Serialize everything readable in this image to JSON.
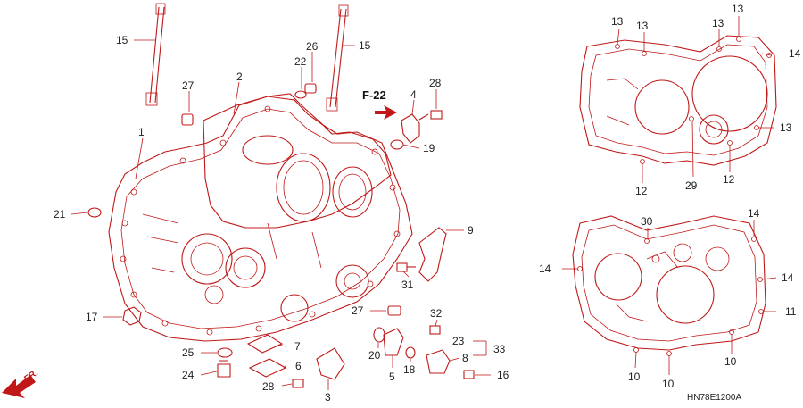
{
  "diagram": {
    "ref_page": "F-22",
    "front_marker": "FR.",
    "diagram_code": "HN78E1200A",
    "colors": {
      "line": "#c01818",
      "text": "#222222"
    },
    "callouts": [
      {
        "id": "c15a",
        "label": "15"
      },
      {
        "id": "c15b",
        "label": "15"
      },
      {
        "id": "c27a",
        "label": "27"
      },
      {
        "id": "c2",
        "label": "2"
      },
      {
        "id": "c22",
        "label": "22"
      },
      {
        "id": "c26",
        "label": "26"
      },
      {
        "id": "c4",
        "label": "4"
      },
      {
        "id": "c28a",
        "label": "28"
      },
      {
        "id": "c19",
        "label": "19"
      },
      {
        "id": "c1",
        "label": "1"
      },
      {
        "id": "c21",
        "label": "21"
      },
      {
        "id": "c9",
        "label": "9"
      },
      {
        "id": "c31",
        "label": "31"
      },
      {
        "id": "c17",
        "label": "17"
      },
      {
        "id": "c27b",
        "label": "27"
      },
      {
        "id": "c32",
        "label": "32"
      },
      {
        "id": "c23",
        "label": "23"
      },
      {
        "id": "c33",
        "label": "33"
      },
      {
        "id": "c20",
        "label": "20"
      },
      {
        "id": "c18",
        "label": "18"
      },
      {
        "id": "c8",
        "label": "8"
      },
      {
        "id": "c16",
        "label": "16"
      },
      {
        "id": "c5",
        "label": "5"
      },
      {
        "id": "c25",
        "label": "25"
      },
      {
        "id": "c7",
        "label": "7"
      },
      {
        "id": "c24",
        "label": "24"
      },
      {
        "id": "c6",
        "label": "6"
      },
      {
        "id": "c28b",
        "label": "28"
      },
      {
        "id": "c3",
        "label": "3"
      },
      {
        "id": "c13a",
        "label": "13"
      },
      {
        "id": "c13b",
        "label": "13"
      },
      {
        "id": "c13c",
        "label": "13"
      },
      {
        "id": "c13d",
        "label": "13"
      },
      {
        "id": "c14a",
        "label": "14"
      },
      {
        "id": "c13e",
        "label": "13"
      },
      {
        "id": "c12a",
        "label": "12"
      },
      {
        "id": "c29",
        "label": "29"
      },
      {
        "id": "c12b",
        "label": "12"
      },
      {
        "id": "c30",
        "label": "30"
      },
      {
        "id": "c14b",
        "label": "14"
      },
      {
        "id": "c14c",
        "label": "14"
      },
      {
        "id": "c14d",
        "label": "14"
      },
      {
        "id": "c11",
        "label": "11"
      },
      {
        "id": "c10a",
        "label": "10"
      },
      {
        "id": "c10b",
        "label": "10"
      },
      {
        "id": "c10c",
        "label": "10"
      }
    ]
  }
}
